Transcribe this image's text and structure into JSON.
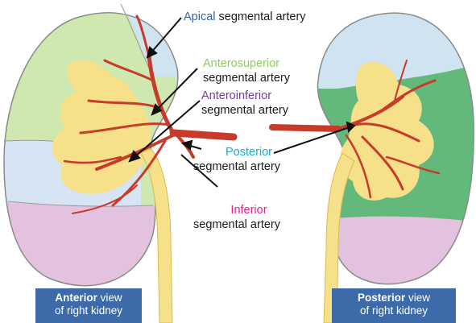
{
  "labels": {
    "apical": {
      "term": "Apical",
      "rest": " segmental artery"
    },
    "anterosuperior": {
      "term": "Anterosuperior",
      "rest": "segmental artery"
    },
    "anteroinferior": {
      "term": "Anteroinferior",
      "rest": "segmental artery"
    },
    "posterior": {
      "term": "Posterior",
      "rest": "segmental artery"
    },
    "inferior": {
      "term": "Inferior",
      "rest": "segmental artery"
    }
  },
  "captions": {
    "anterior": {
      "bold": "Anterior",
      "line1_rest": " view",
      "line2": "of right kidney"
    },
    "posterior": {
      "bold": "Posterior",
      "line1_rest": " view",
      "line2": "of right kidney"
    }
  },
  "colors": {
    "apical": "#2e62b8",
    "anterosuperior": "#8ccf5a",
    "anteroinferior": "#7a3a9e",
    "posterior": "#1aa8d8",
    "inferior": "#e0208c",
    "segment_blue": "#cfe4f0",
    "segment_green": "#cfe8b0",
    "segment_dark_green": "#63b87c",
    "segment_purple": "#e3c2e0",
    "pelvis_yellow": "#f6e08a",
    "artery_red": "#c83a2a",
    "caption_bg": "#3d6aa8"
  }
}
